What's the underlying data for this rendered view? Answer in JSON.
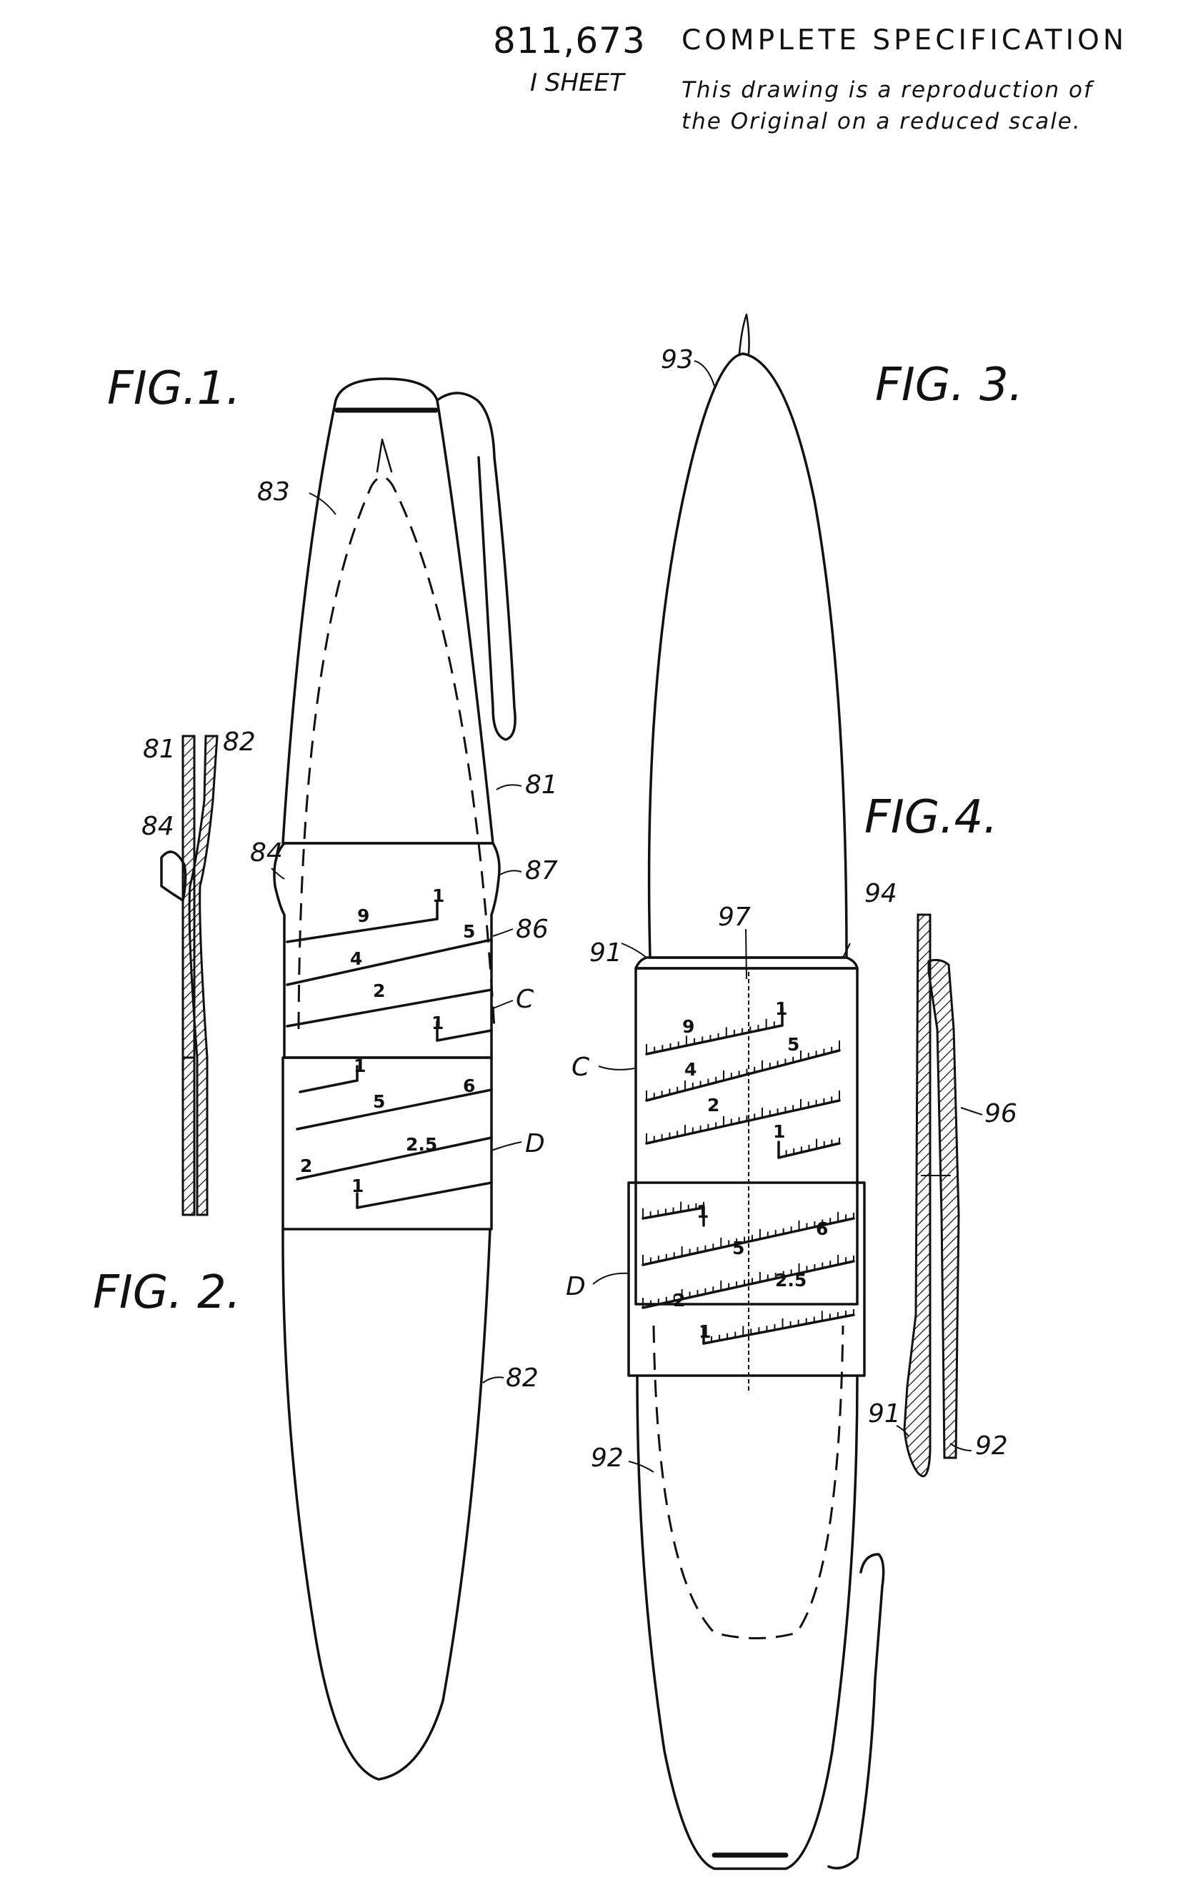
{
  "header": {
    "patent_number": "811,673",
    "sheet": "I SHEET",
    "spec_title": "COMPLETE SPECIFICATION",
    "note_line1": "This drawing is a reproduction of",
    "note_line2": "the Original on a reduced scale."
  },
  "figures": {
    "fig1": "FIG.1.",
    "fig2": "FIG. 2.",
    "fig3": "FIG. 3.",
    "fig4": "FIG.4."
  },
  "fig1_refs": {
    "r83": "83",
    "r81": "81",
    "r84": "84",
    "r87": "87",
    "r86": "86",
    "rC": "C",
    "rD": "D",
    "r82": "82"
  },
  "fig1_scale_c": {
    "n9": "9",
    "n1a": "1",
    "n4": "4",
    "n5": "5",
    "n2": "2",
    "n1b": "1"
  },
  "fig1_scale_d": {
    "n1": "1",
    "n5": "5",
    "n6": "6",
    "n25": "2.5",
    "n2": "2",
    "n1b": "1"
  },
  "fig2_refs": {
    "r81": "81",
    "r82": "82",
    "r84": "84"
  },
  "fig3_refs": {
    "r93": "93",
    "r97": "97",
    "r94": "94",
    "r91": "91",
    "rC": "C",
    "rD": "D",
    "r92": "92"
  },
  "fig3_scale_c": {
    "n9": "9",
    "n1a": "1",
    "n4": "4",
    "n5": "5",
    "n2": "2",
    "n1b": "1"
  },
  "fig3_scale_d": {
    "n1": "1",
    "n6": "6",
    "n5": "5",
    "n2": "2",
    "n25": "2.5",
    "n1b": "1"
  },
  "fig4_refs": {
    "r96": "96",
    "r91": "91",
    "r92": "92"
  }
}
